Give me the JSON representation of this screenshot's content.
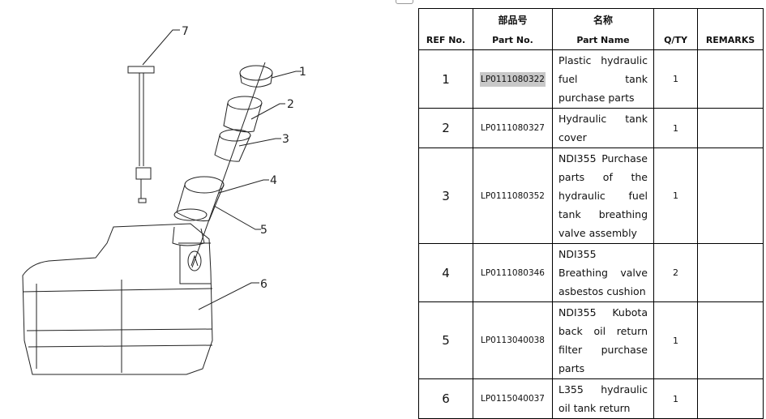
{
  "drawing": {
    "callouts": [
      "1",
      "2",
      "3",
      "4",
      "5",
      "6",
      "7"
    ]
  },
  "table": {
    "headers": [
      {
        "zh": "",
        "en": "REF No."
      },
      {
        "zh": "部品号",
        "en": "Part No."
      },
      {
        "zh": "名称",
        "en": "Part Name"
      },
      {
        "zh": "",
        "en": "Q/TY"
      },
      {
        "zh": "",
        "en": "REMARKS"
      }
    ],
    "rows": [
      {
        "ref": "1",
        "part_no": "LP0111080322",
        "name": "Plastic hydraulic fuel tank purchase parts",
        "qty": "1",
        "remarks": ""
      },
      {
        "ref": "2",
        "part_no": "LP0111080327",
        "name": "Hydraulic tank cover",
        "qty": "1",
        "remarks": ""
      },
      {
        "ref": "3",
        "part_no": "LP0111080352",
        "name": "NDI355 Purchase parts of the hydraulic fuel tank breathing valve assembly",
        "qty": "1",
        "remarks": ""
      },
      {
        "ref": "4",
        "part_no": "LP0111080346",
        "name": "NDI355 Breathing valve asbestos cushion",
        "qty": "2",
        "remarks": ""
      },
      {
        "ref": "5",
        "part_no": "LP0113040038",
        "name": "NDI355 Kubota back oil return filter purchase parts",
        "qty": "1",
        "remarks": ""
      },
      {
        "ref": "6",
        "part_no": "LP0115040037",
        "name": "L355 hydraulic oil tank return",
        "qty": "1",
        "remarks": ""
      }
    ]
  }
}
